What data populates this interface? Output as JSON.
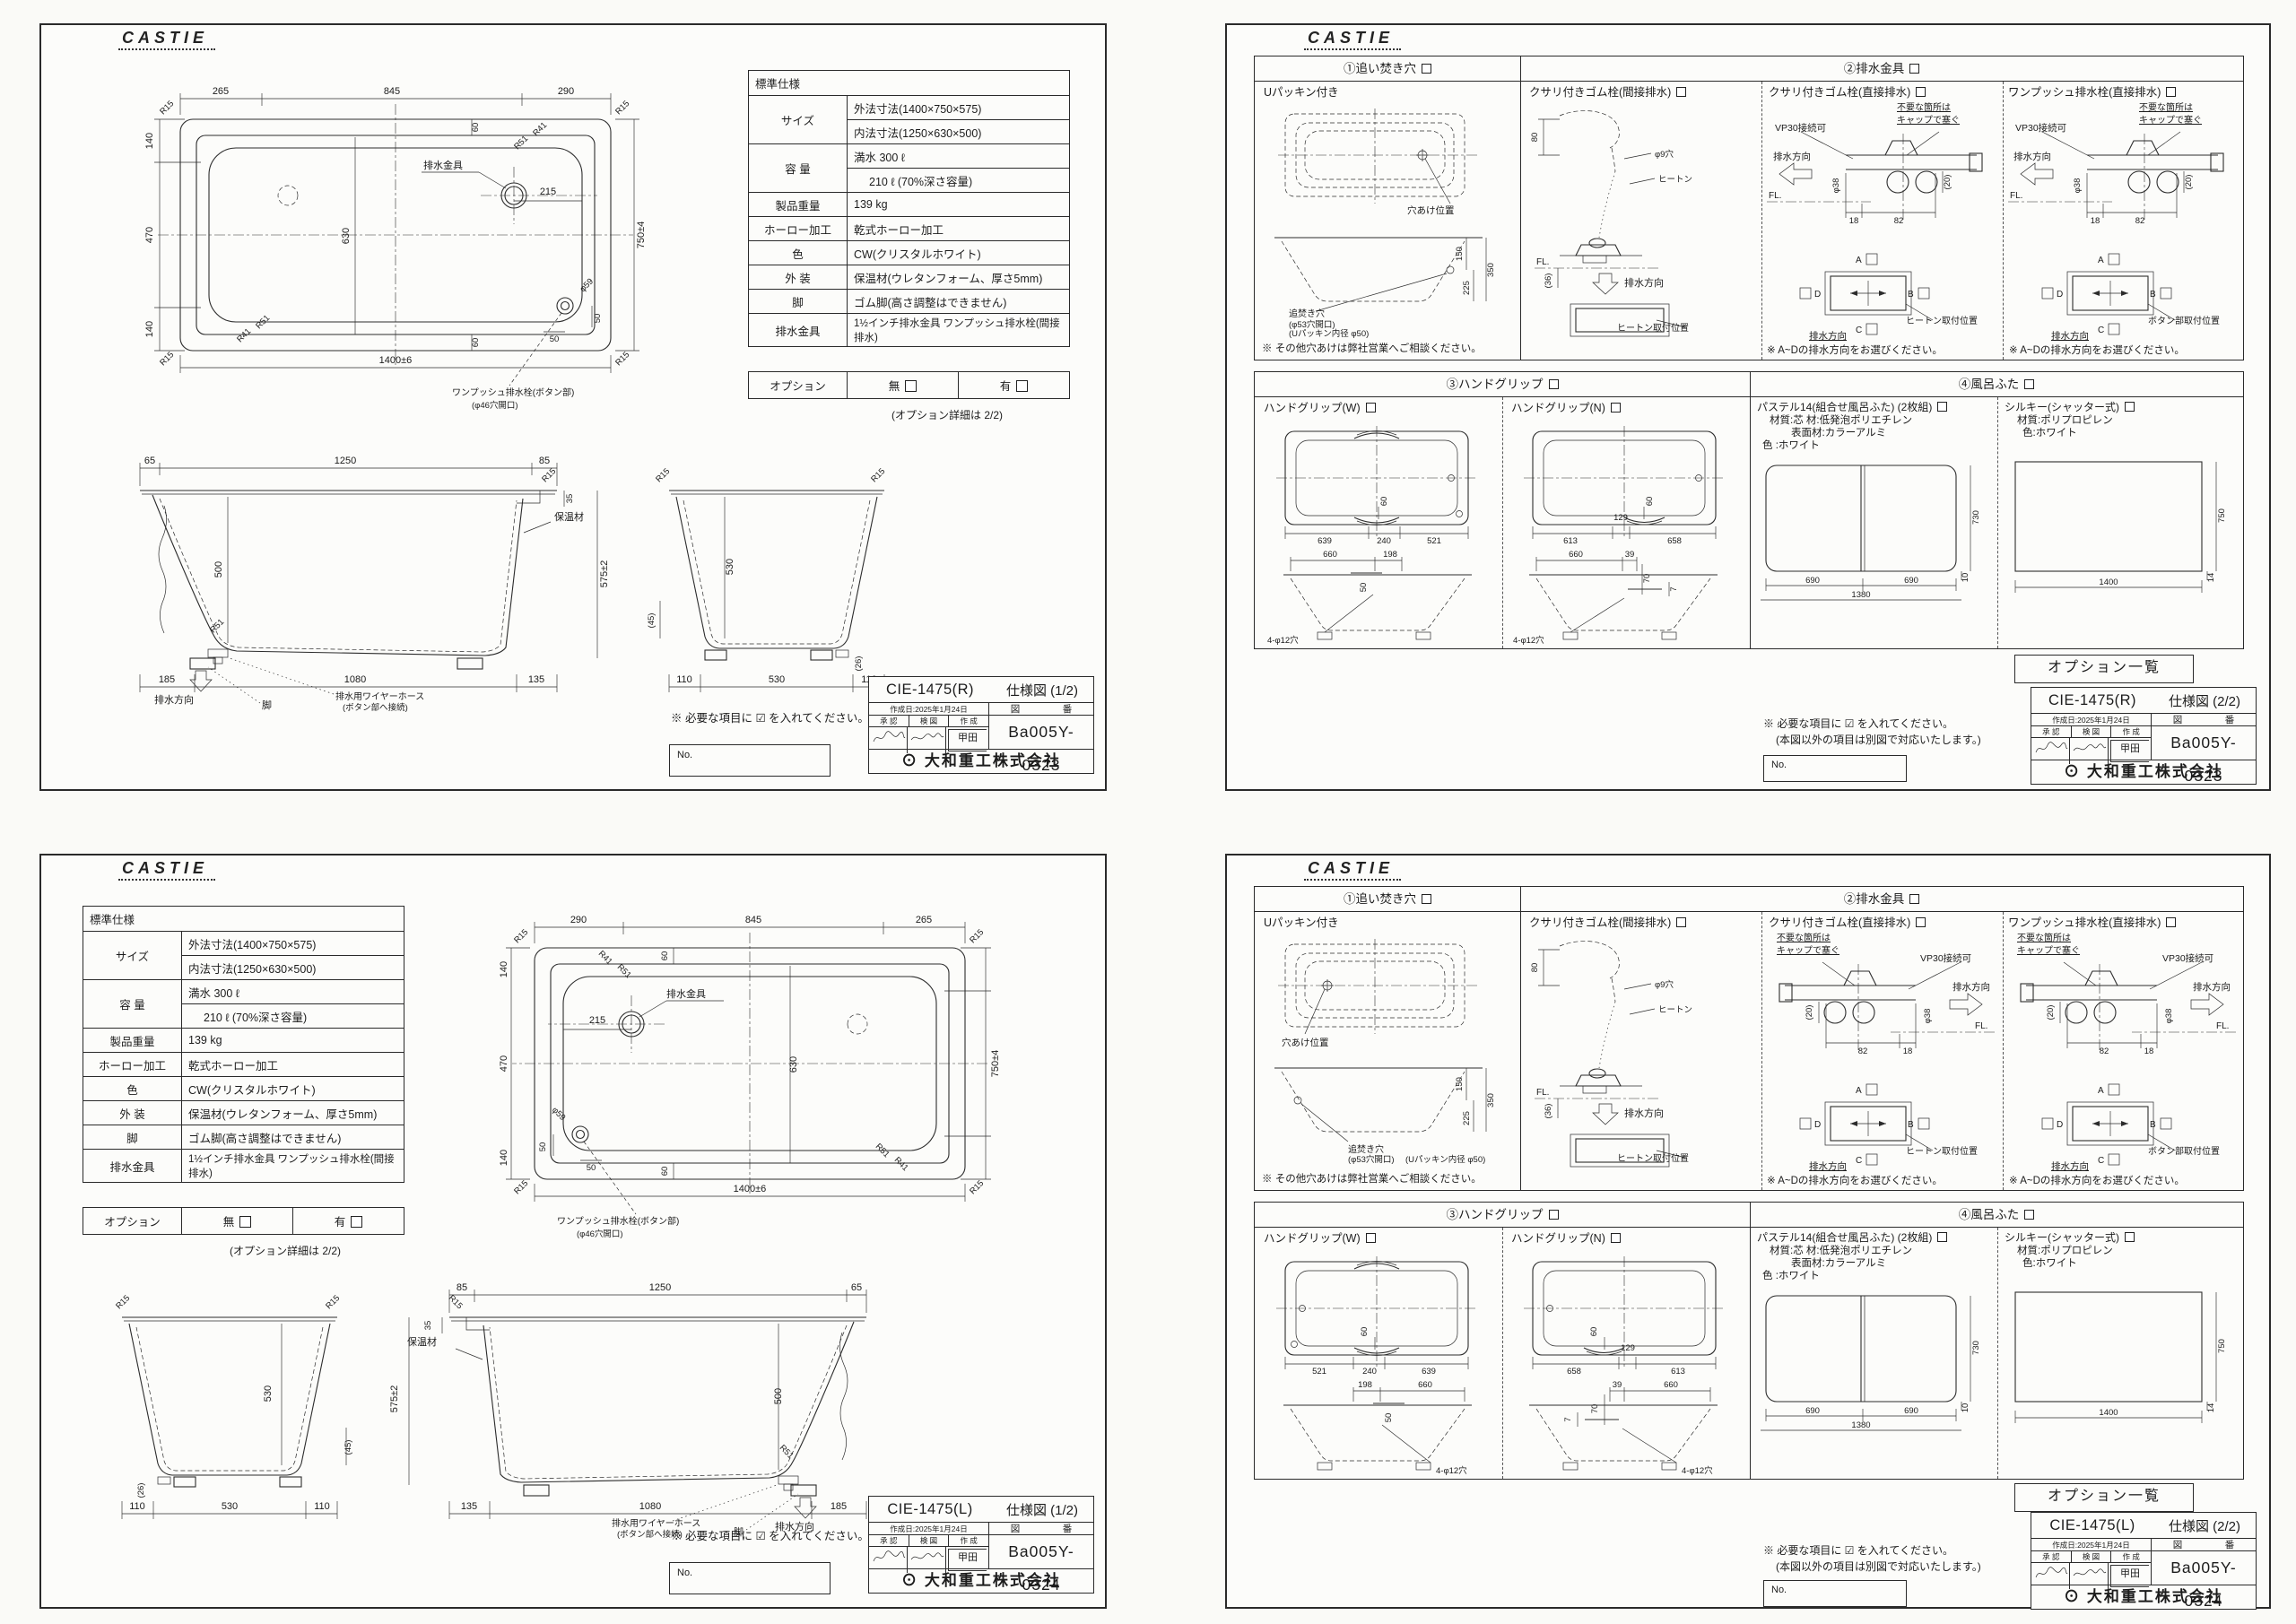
{
  "brand": {
    "logo": "CASTIE"
  },
  "company": {
    "mark": "⊙",
    "name": "大和重工株式会社"
  },
  "tb": {
    "date": "作成日:2025年1月24日",
    "approve": "承 認",
    "check": "検 図",
    "make": "作 成",
    "sig": "甲田",
    "zu": "図",
    "ban": "番",
    "no_label": "No."
  },
  "sheets": {
    "r1": {
      "model": "CIE-1475(R)",
      "title": "仕様図 (1/2)",
      "no": "Ba005Y-0323"
    },
    "r2": {
      "model": "CIE-1475(R)",
      "title": "仕様図 (2/2)",
      "no": "Ba005Y-0323"
    },
    "l1": {
      "model": "CIE-1475(L)",
      "title": "仕様図 (1/2)",
      "no": "Ba005Y-0324"
    },
    "l2": {
      "model": "CIE-1475(L)",
      "title": "仕様図 (2/2)",
      "no": "Ba005Y-0324"
    }
  },
  "notes": {
    "check": "※ 必要な項目に ☑ を入れてください。",
    "check2": "(本図以外の項目は別図で対応いたします。)",
    "optdetail": "(オプション詳細は 2/2)",
    "consult": "※ その他穴あけは弊社営業へご相談ください。",
    "select_ad": "※ A~Dの排水方向をお選びください。",
    "optlist": "オプション一覧"
  },
  "spec": {
    "header": "標準仕様",
    "size_label": "サイズ",
    "size1": "外法寸法(1400×750×575)",
    "size2": "内法寸法(1250×630×500)",
    "cap_label": "容 量",
    "cap1": "満水 300 ℓ",
    "cap2": "210 ℓ (70%深さ容量)",
    "weight_label": "製品重量",
    "weight": "139 kg",
    "enamel_label": "ホーロー加工",
    "enamel": "乾式ホーロー加工",
    "color_label": "色",
    "color": "CW(クリスタルホワイト)",
    "ext_label": "外 装",
    "ext": "保温材(ウレタンフォーム、厚さ5mm)",
    "leg_label": "脚",
    "leg": "ゴム脚(高さ調整はできません)",
    "drain_label": "排水金具",
    "drain": "1½インチ排水金具 ワンプッシュ排水栓(間接排水)",
    "opt_label": "オプション",
    "opt_none": "無",
    "opt_have": "有"
  },
  "plan": {
    "top_r": [
      "265",
      "845",
      "290"
    ],
    "top_l": [
      "290",
      "845",
      "265"
    ],
    "left": [
      "140",
      "470",
      "140"
    ],
    "right": "750±4",
    "bottom": "1400±6",
    "inner": "630",
    "d215": "215",
    "d60": "60",
    "d50": "50",
    "phi59": "φ59",
    "r15": "R15",
    "r41": "R41",
    "r51": "R51",
    "drain": "排水金具",
    "btn1": "ワンプッシュ排水栓(ボタン部)",
    "btn2": "(φ46穴開口)"
  },
  "sec": {
    "top": [
      "65",
      "1250",
      "85"
    ],
    "bottom": [
      "185",
      "1080",
      "135"
    ],
    "d35": "35",
    "d500": "500",
    "d575": "575±2",
    "endb": [
      "110",
      "530",
      "110"
    ],
    "endh": "530",
    "p45": "(45)",
    "p26": "(26)",
    "r15": "R15",
    "r51": "R51",
    "hoon": "保温材",
    "leg": "脚",
    "wire1": "排水用ワイヤーホース",
    "wire2": "(ボタン部へ接続)",
    "dir": "排水方向"
  },
  "opt": {
    "h1": "①追い焚き穴",
    "h2": "②排水金具",
    "h3": "③ハンドグリップ",
    "h4": "④風呂ふた",
    "upk": "Uパッキン付き",
    "holepos": "穴あけ位置",
    "oid1": "追焚き穴",
    "oid2": "(φ53穴開口)",
    "oid3": "(Uパッキン内径 φ50)",
    "oidd": [
      "150",
      "225",
      "350"
    ],
    "c1": "クサリ付きゴム栓(間接排水)",
    "c2": "クサリ付きゴム栓(直接排水)",
    "c3": "ワンプッシュ排水栓(直接排水)",
    "d80": "80",
    "phi9": "φ9穴",
    "heaton": "ヒートン",
    "fl": "FL.",
    "p36": "(36)",
    "vp30": "VP30接続可",
    "cap1": "不要な箇所は",
    "cap2": "キャップで塞ぐ",
    "phi38": "φ38",
    "dw_r": [
      "18",
      "82"
    ],
    "dw_l": [
      "82",
      "18"
    ],
    "p20": "(20)",
    "a": "A",
    "b": "B",
    "c": "C",
    "d": "D",
    "heatonpos": "ヒートン取付位置",
    "btnpos": "ボタン部取付位置",
    "dir": "排水方向",
    "gw": "ハンドグリップ(W)",
    "gn": "ハンドグリップ(N)",
    "gwp_r": [
      "639",
      "240",
      "521"
    ],
    "gwp_l": [
      "521",
      "240",
      "639"
    ],
    "gnp_r": [
      "613",
      "658"
    ],
    "gnp_l": [
      "658",
      "613"
    ],
    "g129": "129",
    "g60": "60",
    "gws": [
      "660",
      "198",
      "50"
    ],
    "gns": [
      "660",
      "39",
      "70",
      "7"
    ],
    "g12": "4-φ12穴",
    "pastel": "パステル14(組合せ風呂ふた) (2枚組)",
    "pm1": "材質:芯 材:低発泡ポリエチレン",
    "pm2": "表面材:カラーアルミ",
    "pm3": "色 :ホワイト",
    "pd": {
      "h": "730",
      "b1": "690",
      "b2": "690",
      "tot": "1380",
      "t": "10"
    },
    "silky": "シルキー(シャッター式)",
    "sm1": "材質:ポリプロピレン",
    "sm2": "色:ホワイト",
    "sd": {
      "h": "750",
      "b": "1400",
      "t": "14"
    }
  }
}
